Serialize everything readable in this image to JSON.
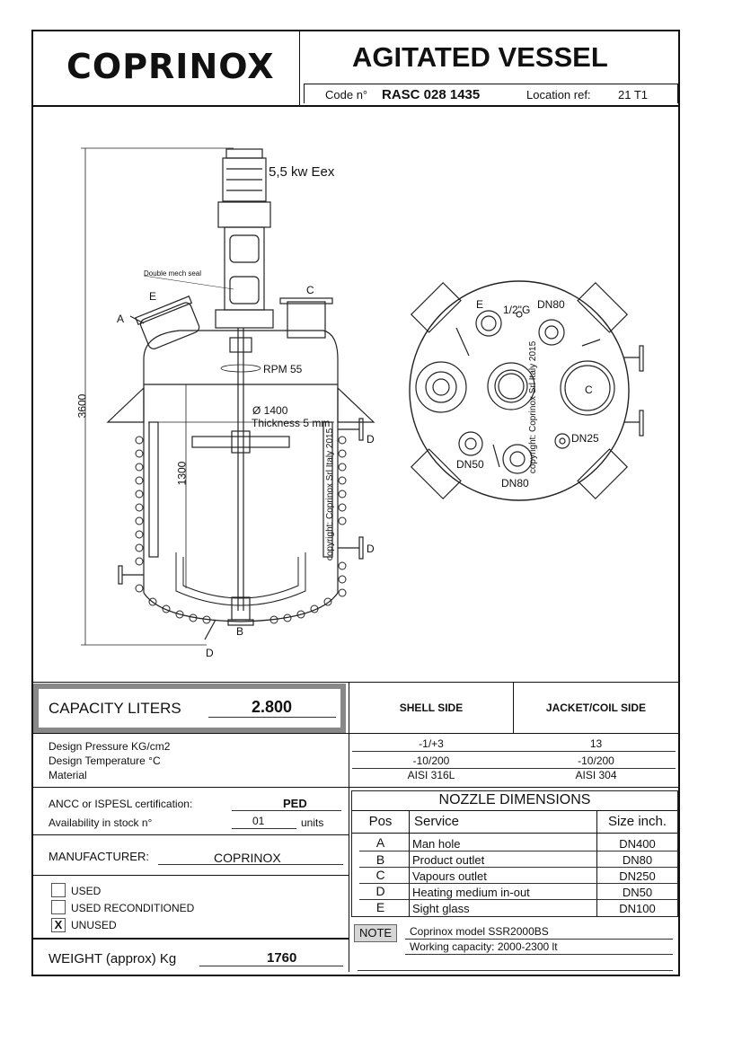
{
  "header": {
    "logo": "COPRINOX",
    "title": "AGITATED VESSEL",
    "code_label": "Code n°",
    "code_value": "RASC 028 1435",
    "location_label": "Location ref:",
    "location_value": "21 T1"
  },
  "drawing": {
    "motor_label": "5,5 kw Eex",
    "seal_label": "Double mech seal",
    "rpm_label": "RPM 55",
    "diameter_label": "Ø 1400",
    "thickness_label": "Thickness 5 mm",
    "height_total": "3600",
    "height_inner": "1300",
    "copyright": "copyright: Coprinox Srl Italy 2015",
    "letters": {
      "a": "A",
      "b": "B",
      "c": "C",
      "d": "D",
      "e": "E"
    },
    "top_view": {
      "half_g": "1/2\"G",
      "dn80": "DN80",
      "dn50": "DN50",
      "dn25": "DN25"
    }
  },
  "capacity": {
    "label": "CAPACITY LITERS",
    "value": "2.800"
  },
  "columns": {
    "shell": "SHELL SIDE",
    "jacket": "JACKET/COIL SIDE"
  },
  "design": {
    "pressure_label": "Design  Pressure  KG/cm2",
    "temperature_label": "Design  Temperature   °C",
    "material_label": "Material",
    "shell_pressure": "-1/+3",
    "jacket_pressure": "13",
    "shell_temp": "-10/200",
    "jacket_temp": "-10/200",
    "shell_material": "AISI  316L",
    "jacket_material": "AISI  304"
  },
  "certification": {
    "label": "ANCC  or  ISPESL  certification:",
    "value": "PED",
    "stock_label": "Availability  in  stock n°",
    "stock_value": "01",
    "stock_unit": "units"
  },
  "manufacturer": {
    "label": "MANUFACTURER:",
    "value": "COPRINOX"
  },
  "condition": {
    "used": "USED",
    "used_reconditioned": "USED RECONDITIONED",
    "unused": "UNUSED",
    "unused_mark": "X"
  },
  "weight": {
    "label": "WEIGHT (approx) Kg",
    "value": "1760"
  },
  "nozzles": {
    "title": "NOZZLE  DIMENSIONS",
    "col_pos": "Pos",
    "col_service": "Service",
    "col_size": "Size inch.",
    "rows": [
      {
        "pos": "A",
        "service": "Man hole",
        "size": "DN400"
      },
      {
        "pos": "B",
        "service": "Product outlet",
        "size": "DN80"
      },
      {
        "pos": "C",
        "service": "Vapours outlet",
        "size": "DN250"
      },
      {
        "pos": "D",
        "service": "Heating medium in-out",
        "size": "DN50"
      },
      {
        "pos": "E",
        "service": "Sight glass",
        "size": "DN100"
      }
    ]
  },
  "note": {
    "label": "NOTE",
    "line1": "Coprinox model SSR2000BS",
    "line2": "Working capacity: 2000-2300 lt"
  }
}
